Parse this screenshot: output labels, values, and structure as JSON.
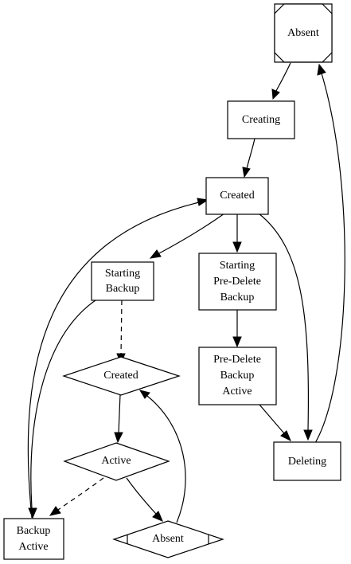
{
  "diagram": {
    "nodes": {
      "absent_top": {
        "lines": [
          "Absent"
        ],
        "shape": "octagon-box"
      },
      "creating": {
        "lines": [
          "Creating"
        ],
        "shape": "box"
      },
      "created": {
        "lines": [
          "Created"
        ],
        "shape": "box"
      },
      "starting_backup": {
        "lines": [
          "Starting",
          "Backup"
        ],
        "shape": "box"
      },
      "starting_predelete_backup": {
        "lines": [
          "Starting",
          "Pre-Delete",
          "Backup"
        ],
        "shape": "box"
      },
      "predelete_backup_active": {
        "lines": [
          "Pre-Delete",
          "Backup",
          "Active"
        ],
        "shape": "box"
      },
      "deleting": {
        "lines": [
          "Deleting"
        ],
        "shape": "box"
      },
      "backup_created": {
        "lines": [
          "Created"
        ],
        "shape": "diamond"
      },
      "backup_active_state": {
        "lines": [
          "Active"
        ],
        "shape": "diamond"
      },
      "backup_absent": {
        "lines": [
          "Absent"
        ],
        "shape": "diamond-capped"
      },
      "backup_active": {
        "lines": [
          "Backup",
          "Active"
        ],
        "shape": "box"
      }
    },
    "edges": [
      {
        "from": "absent_top",
        "to": "creating",
        "style": "solid"
      },
      {
        "from": "creating",
        "to": "created",
        "style": "solid"
      },
      {
        "from": "created",
        "to": "starting_backup",
        "style": "solid"
      },
      {
        "from": "created",
        "to": "starting_predelete_backup",
        "style": "solid"
      },
      {
        "from": "created",
        "to": "deleting",
        "style": "solid"
      },
      {
        "from": "starting_predelete_backup",
        "to": "predelete_backup_active",
        "style": "solid"
      },
      {
        "from": "predelete_backup_active",
        "to": "deleting",
        "style": "solid"
      },
      {
        "from": "deleting",
        "to": "absent_top",
        "style": "solid"
      },
      {
        "from": "starting_backup",
        "to": "backup_created",
        "style": "dashed"
      },
      {
        "from": "starting_backup",
        "to": "backup_active",
        "style": "solid"
      },
      {
        "from": "backup_created",
        "to": "backup_active_state",
        "style": "solid"
      },
      {
        "from": "backup_active_state",
        "to": "backup_active",
        "style": "dashed"
      },
      {
        "from": "backup_active_state",
        "to": "backup_absent",
        "style": "solid"
      },
      {
        "from": "backup_absent",
        "to": "backup_created",
        "style": "solid"
      },
      {
        "from": "backup_active",
        "to": "created",
        "style": "solid"
      }
    ]
  }
}
